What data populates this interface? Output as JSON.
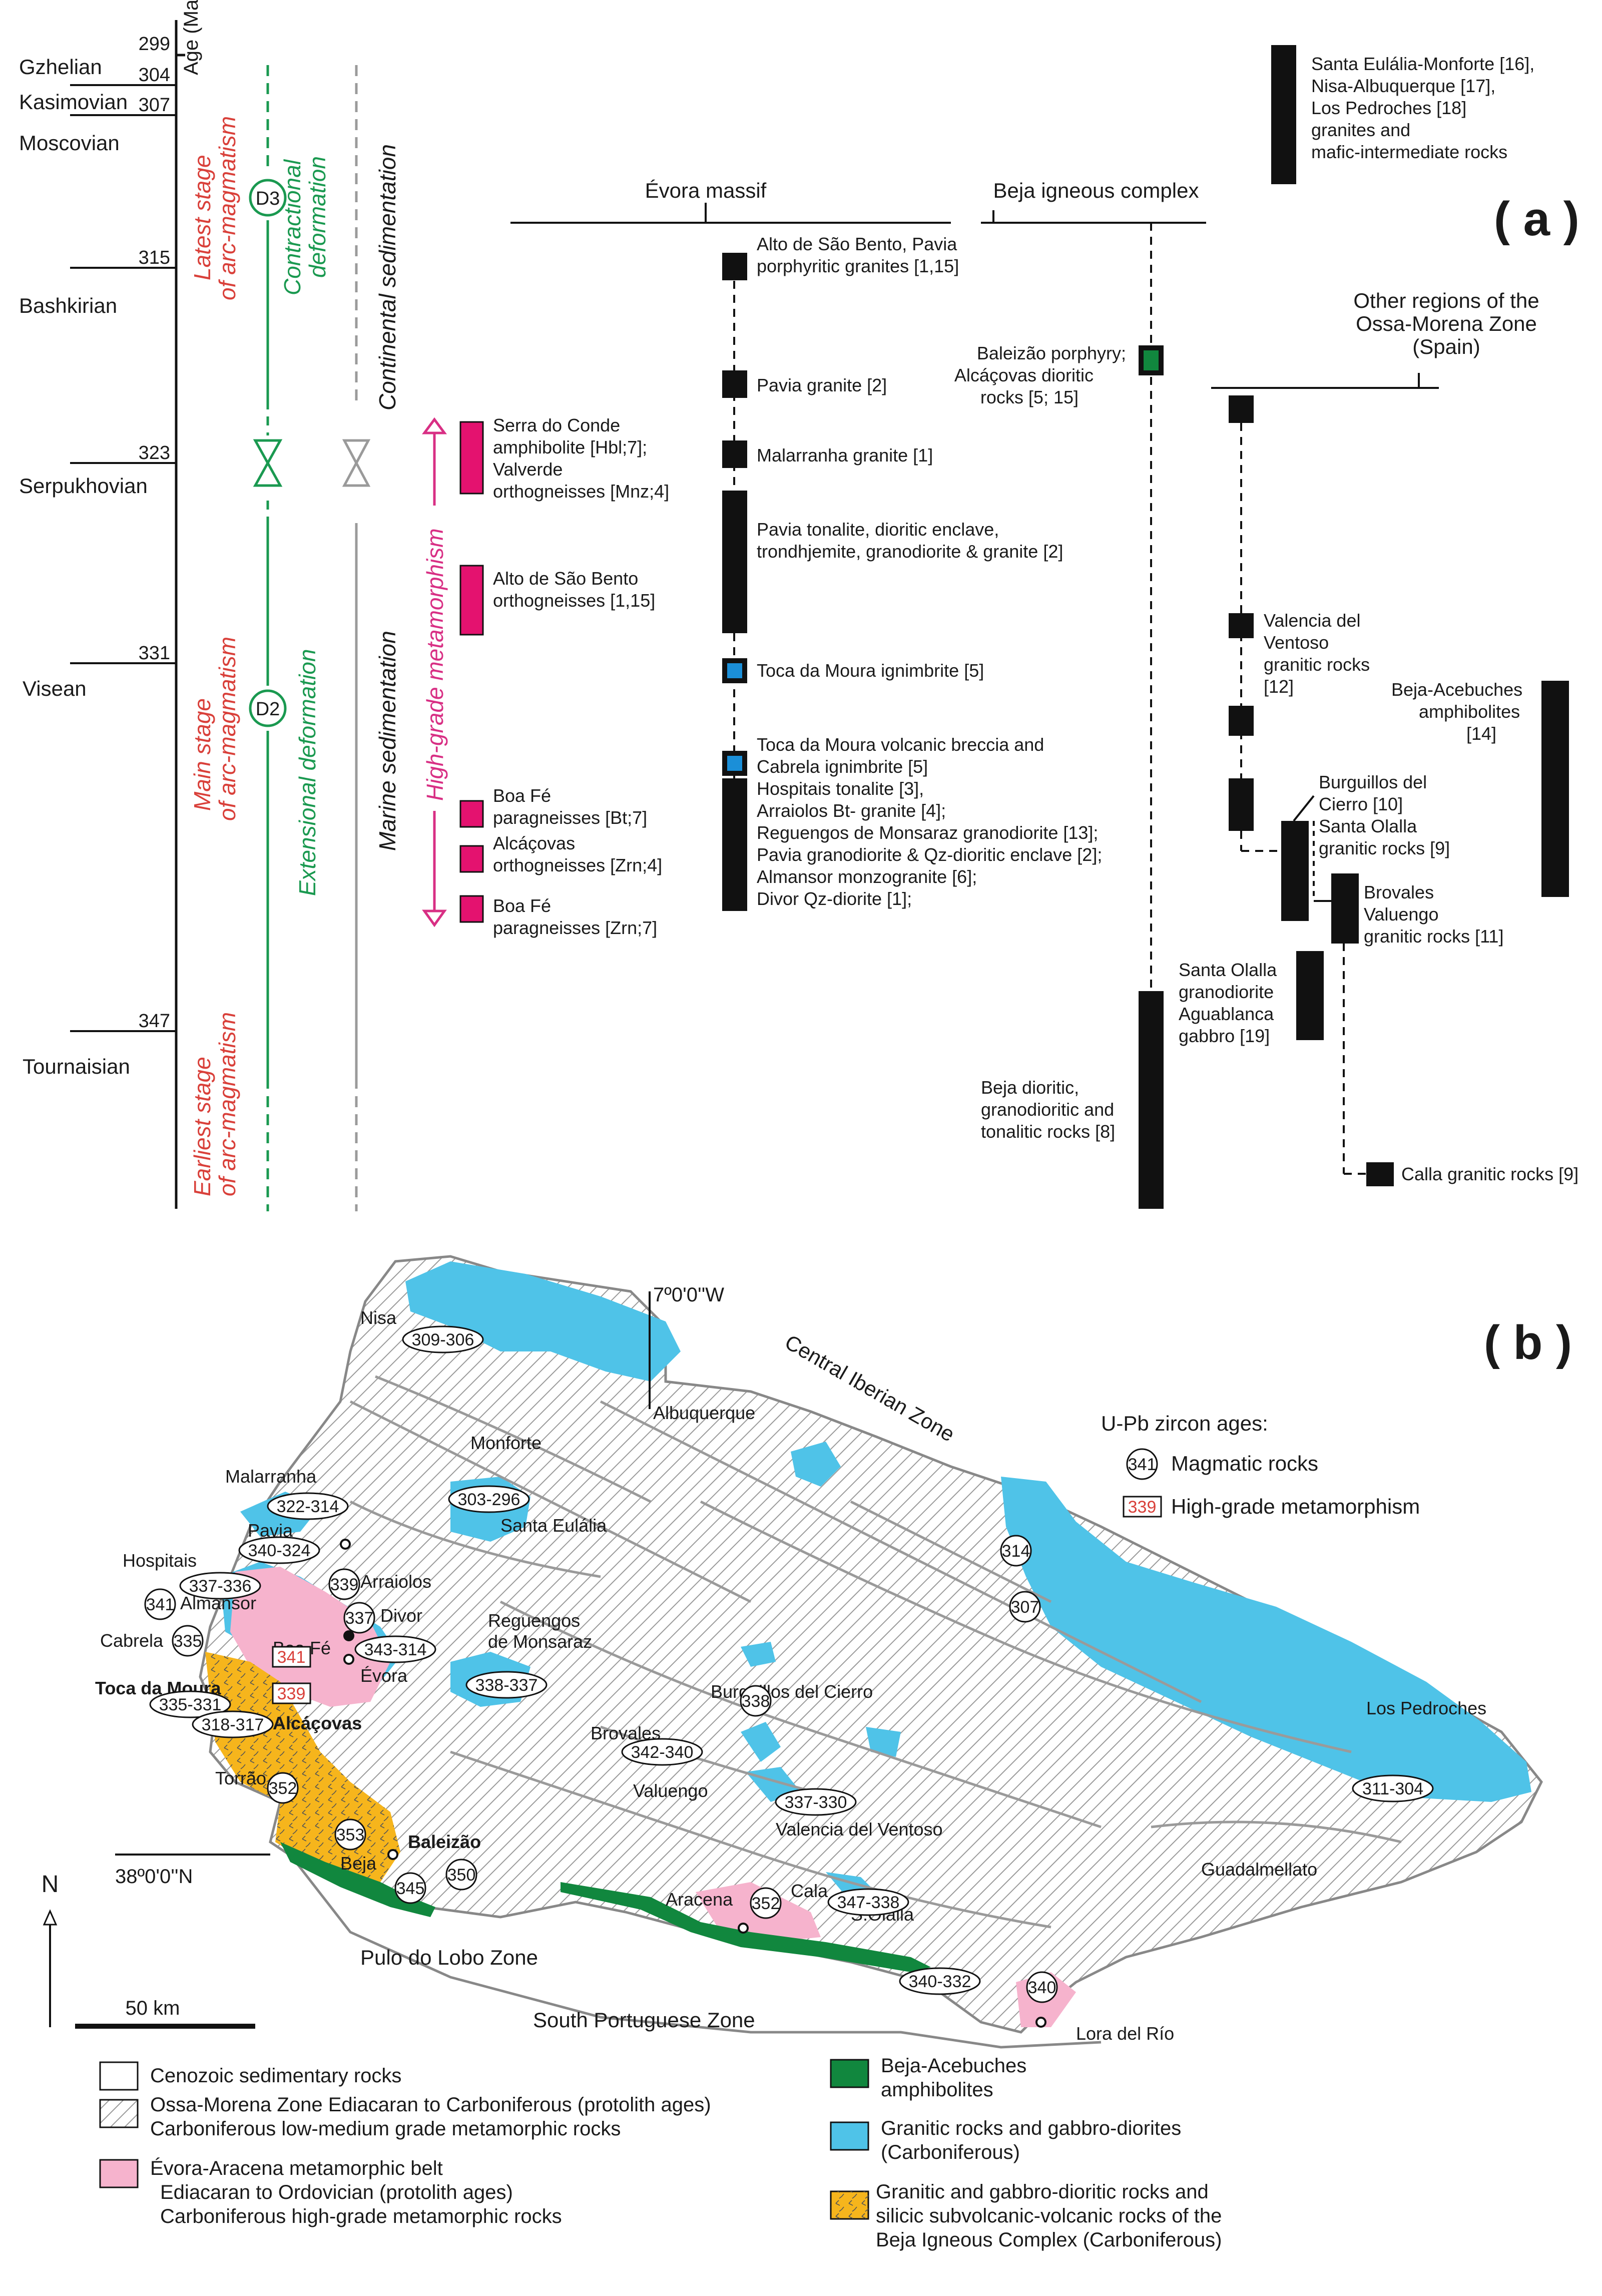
{
  "panel_a": {
    "label": "( a )",
    "axis_title": "Age (Ma)",
    "ticks": [
      "299",
      "304",
      "307",
      "315",
      "323",
      "331",
      "347"
    ],
    "stages": [
      "Gzhelian",
      "Kasimovian",
      "Moscovian",
      "Bashkirian",
      "Serpukhovian",
      "Visean",
      "Tournaisian"
    ],
    "magmatism": {
      "latest": [
        "Latest stage",
        "of arc-magmatism"
      ],
      "main": [
        "Main stage",
        "of arc-magmatism"
      ],
      "earliest": [
        "Earliest stage",
        "of arc-magmatism"
      ]
    },
    "deformation": {
      "d3": "D3",
      "d2": "D2",
      "contractional": [
        "Contractional",
        "deformation"
      ],
      "extensional": "Extensional deformation"
    },
    "sedimentation": {
      "continental": "Continental sedimentation",
      "marine": "Marine sedimentation"
    },
    "metamorphism": "High-grade metamorphism",
    "meta_labels": [
      [
        "Serra do Conde",
        "amphibolite [Hbl;7];",
        "Valverde",
        "orthogneisses [Mnz;4]"
      ],
      [
        "Alto de São Bento",
        "orthogneisses [1,15]"
      ],
      [
        "Boa Fé",
        "paragneisses [Bt;7]"
      ],
      [
        "Alcáçovas",
        "orthogneisses [Zrn;4]"
      ],
      [
        "Boa Fé",
        "paragneisses [Zrn;7]"
      ]
    ],
    "headers": {
      "evora": "Évora massif",
      "beja": "Beja igneous complex",
      "other": [
        "Other regions of the",
        "Ossa-Morena Zone",
        "(Spain)"
      ]
    },
    "evora_labels": [
      [
        "Alto de São Bento, Pavia",
        "porphyritic  granites [1,15]"
      ],
      [
        "Pavia granite [2]"
      ],
      [
        "Malarranha granite [1]"
      ],
      [
        "Pavia tonalite, dioritic enclave,",
        "trondhjemite, granodiorite & granite [2]"
      ],
      [
        "Toca da Moura ignimbrite [5]"
      ],
      [
        "Toca da Moura volcanic breccia and",
        "Cabrela ignimbrite [5]",
        "Hospitais tonalite [3],",
        "Arraiolos Bt- granite [4];",
        "Reguengos de Monsaraz granodiorite [13];",
        "Pavia granodiorite & Qz-dioritic enclave [2];",
        "Almansor monzogranite [6];",
        "Divor Qz-diorite [1];"
      ]
    ],
    "beja_labels": [
      [
        "Baleizão porphyry;",
        "Alcáçovas dioritic",
        "rocks [5; 15]"
      ],
      [
        "Beja dioritic,",
        "granodioritic and",
        "tonalitic rocks [8]"
      ]
    ],
    "other_labels": [
      [
        "Santa Eulália-Monforte [16],",
        "Nisa-Albuquerque [17],",
        "Los Pedroches [18]",
        "granites and",
        "mafic-intermediate rocks"
      ],
      [
        "Valencia del",
        "Ventoso",
        "granitic rocks",
        "[12]"
      ],
      [
        "Beja-Acebuches",
        "amphibolites",
        "[14]"
      ],
      [
        "Burguillos del",
        "Cierro [10]",
        "Santa Olalla",
        "granitic rocks [9]"
      ],
      [
        "Brovales",
        "Valuengo",
        "granitic rocks [11]"
      ],
      [
        "Santa Olalla",
        "granodiorite",
        "Aguablanca",
        "gabbro [19]"
      ],
      [
        "Calla granitic rocks [9]"
      ]
    ]
  },
  "panel_b": {
    "label": "( b )",
    "meridian": "7º0'0''W",
    "parallel": "38º0'0''N",
    "north": "N",
    "scale": "50 km",
    "zones": [
      "Central Iberian Zone",
      "Pulo do Lobo Zone",
      "South Portuguese Zone"
    ],
    "places": [
      "Nisa",
      "Albuquerque",
      "Monforte",
      "Santa Eulália",
      "Malarranha",
      "Pavia",
      "Hospitais",
      "Almansor",
      "Arraiolos",
      "Divor",
      "Cabrela",
      "Boa Fé",
      "Évora",
      "Toca da Moura",
      "Alcáçovas",
      "Torrão",
      "Beja",
      "Baleizão",
      "Reguengos",
      "de Monsaraz",
      "Burguillos del Cierro",
      "Brovales",
      "Valuengo",
      "Valencia del Ventoso",
      "Los Pedroches",
      "Guadalmellato",
      "Aracena",
      "Cala",
      "S.Olalla",
      "Lora del Río"
    ],
    "ages": [
      "309-306",
      "303-296",
      "322-314",
      "340-324",
      "337-336",
      "341",
      "339",
      "337",
      "335",
      "343-314",
      "335-331",
      "318-317",
      "352",
      "353",
      "350",
      "345",
      "338-337",
      "338",
      "342-340",
      "337-330",
      "314",
      "307",
      "311-304",
      "352",
      "347-338",
      "340-332",
      "340"
    ],
    "meta_ages": [
      "341",
      "339"
    ],
    "age_legend": {
      "title": "U-Pb zircon ages:",
      "magmatic_sample": "341",
      "magmatic": "Magmatic rocks",
      "meta_sample": "339",
      "meta": "High-grade metamorphism"
    },
    "legend": {
      "cenozoic": "Cenozoic sedimentary rocks",
      "omz": [
        "Ossa-Morena Zone Ediacaran to Carboniferous (protolith ages)",
        "Carboniferous low-medium grade metamorphic rocks"
      ],
      "evora": [
        "Évora-Aracena metamorphic belt",
        "Ediacaran to Ordovician (protolith ages)",
        "Carboniferous high-grade metamorphic rocks"
      ],
      "beja_acebuches": [
        "Beja-Acebuches",
        "amphibolites"
      ],
      "granitic": [
        "Granitic rocks and gabbro-diorites",
        "(Carboniferous)"
      ],
      "beja_complex": [
        "Granitic and gabbro-dioritic rocks and",
        "silicic subvolcanic-volcanic rocks of the",
        "Beja Igneous Complex (Carboniferous)"
      ]
    }
  },
  "colors": {
    "magmatism": "#d9403a",
    "deformation": "#1a9950",
    "metamorphism": "#d82f84",
    "cyan": "#4fc3e8",
    "pink": "#f6b3cd",
    "green": "#11873e",
    "orange": "#f6b51c",
    "grey": "#9a9a9a"
  }
}
